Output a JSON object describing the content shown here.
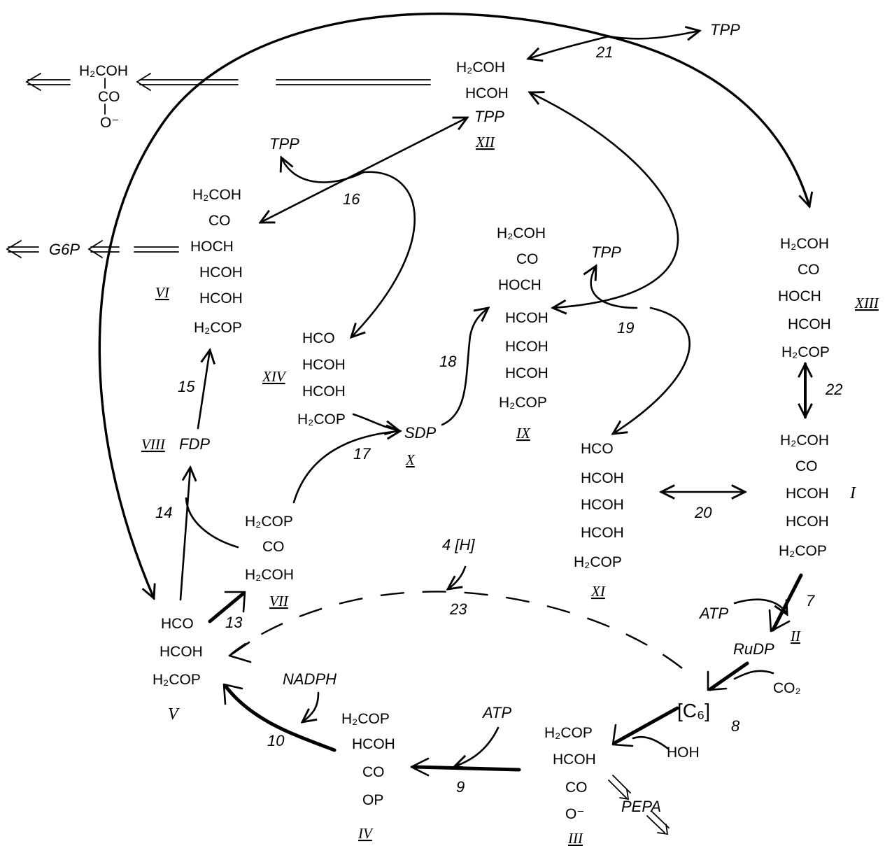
{
  "compounds": {
    "glycolate": {
      "lines": [
        "H₂COH",
        "CO",
        "O⁻"
      ]
    },
    "XII": {
      "label": "XII",
      "lines": [
        "H₂COH",
        "HCOH",
        "TPP"
      ]
    },
    "VI": {
      "label": "VI",
      "lines": [
        "H₂COH",
        "CO",
        "HOCH",
        "HCOH",
        "HCOH",
        "H₂COP"
      ]
    },
    "XIV": {
      "label": "XIV",
      "lines": [
        "HCO",
        "HCOH",
        "HCOH",
        "H₂COP"
      ]
    },
    "IX": {
      "label": "IX",
      "lines": [
        "H₂COH",
        "CO",
        "HOCH",
        "HCOH",
        "HCOH",
        "HCOH",
        "H₂COP"
      ]
    },
    "XIII": {
      "label": "XIII",
      "lines": [
        "H₂COH",
        "CO",
        "HOCH",
        "HCOH",
        "H₂COP"
      ]
    },
    "I": {
      "label": "I",
      "lines": [
        "H₂COH",
        "CO",
        "HCOH",
        "HCOH",
        "H₂COP"
      ]
    },
    "XI": {
      "label": "XI",
      "lines": [
        "HCO",
        "HCOH",
        "HCOH",
        "HCOH",
        "H₂COP"
      ]
    },
    "VII": {
      "label": "VII",
      "lines": [
        "H₂COP",
        "CO",
        "H₂COH"
      ]
    },
    "V": {
      "label": "V",
      "lines": [
        "HCO",
        "HCOH",
        "H₂COP"
      ]
    },
    "IV": {
      "label": "IV",
      "lines": [
        "H₂COP",
        "HCOH",
        "CO",
        "OP"
      ]
    },
    "III": {
      "label": "III",
      "lines": [
        "H₂COP",
        "HCOH",
        "CO",
        "O⁻"
      ]
    }
  },
  "species": {
    "tpp_21": "TPP",
    "tpp_16": "TPP",
    "tpp_19": "TPP",
    "g6p": "G6P",
    "fdp": "FDP",
    "fdp_num": "VIII",
    "sdp": "SDP",
    "sdp_num": "X",
    "atp_7": "ATP",
    "rudp": "RuDP",
    "rudp_num": "II",
    "co2": "CO₂",
    "c6": "[C₆]",
    "hoh": "HOH",
    "atp_9": "ATP",
    "nadph": "NADPH",
    "pepa": "PEPA",
    "h4": "4 [H]"
  },
  "steps": {
    "s7": "7",
    "s8": "8",
    "s9": "9",
    "s10": "10",
    "s13": "13",
    "s14": "14",
    "s15": "15",
    "s16": "16",
    "s17": "17",
    "s18": "18",
    "s19": "19",
    "s20": "20",
    "s21": "21",
    "s22": "22",
    "s23": "23"
  }
}
